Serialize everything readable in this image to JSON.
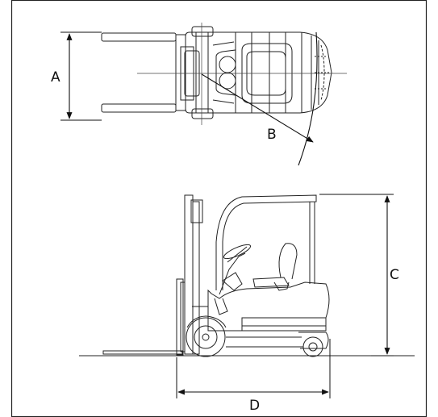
{
  "diagram": {
    "labels": {
      "A": "A",
      "B": "B",
      "C": "C",
      "D": "D"
    }
  }
}
